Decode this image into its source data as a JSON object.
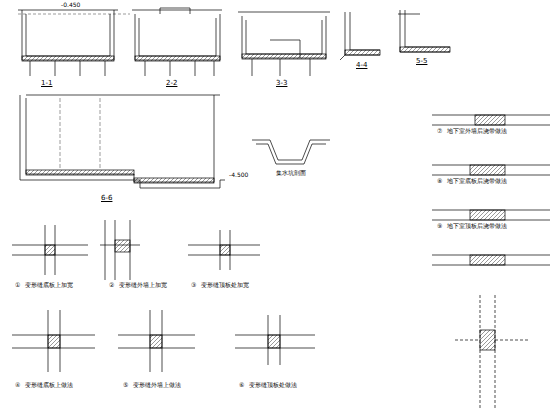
{
  "diagram": {
    "labels": [
      "1-1",
      "2-2",
      "3-3",
      "4-4",
      "5-5",
      "6-6",
      "-0.450",
      "-4.500",
      "集水坑剖面",
      "①",
      "变形缝底板上加宽",
      "②",
      "变形缝外墙上加宽",
      "③",
      "变形缝顶板处加宽",
      "④",
      "变形缝底板上做法",
      "⑤",
      "变形缝外墙上做法",
      "⑥",
      "变形缝顶板处做法",
      "⑦",
      "地下室外墙后浇带做法",
      "⑧",
      "地下室底板后浇带做法",
      "⑨",
      "地下室顶板后浇带做法"
    ]
  }
}
